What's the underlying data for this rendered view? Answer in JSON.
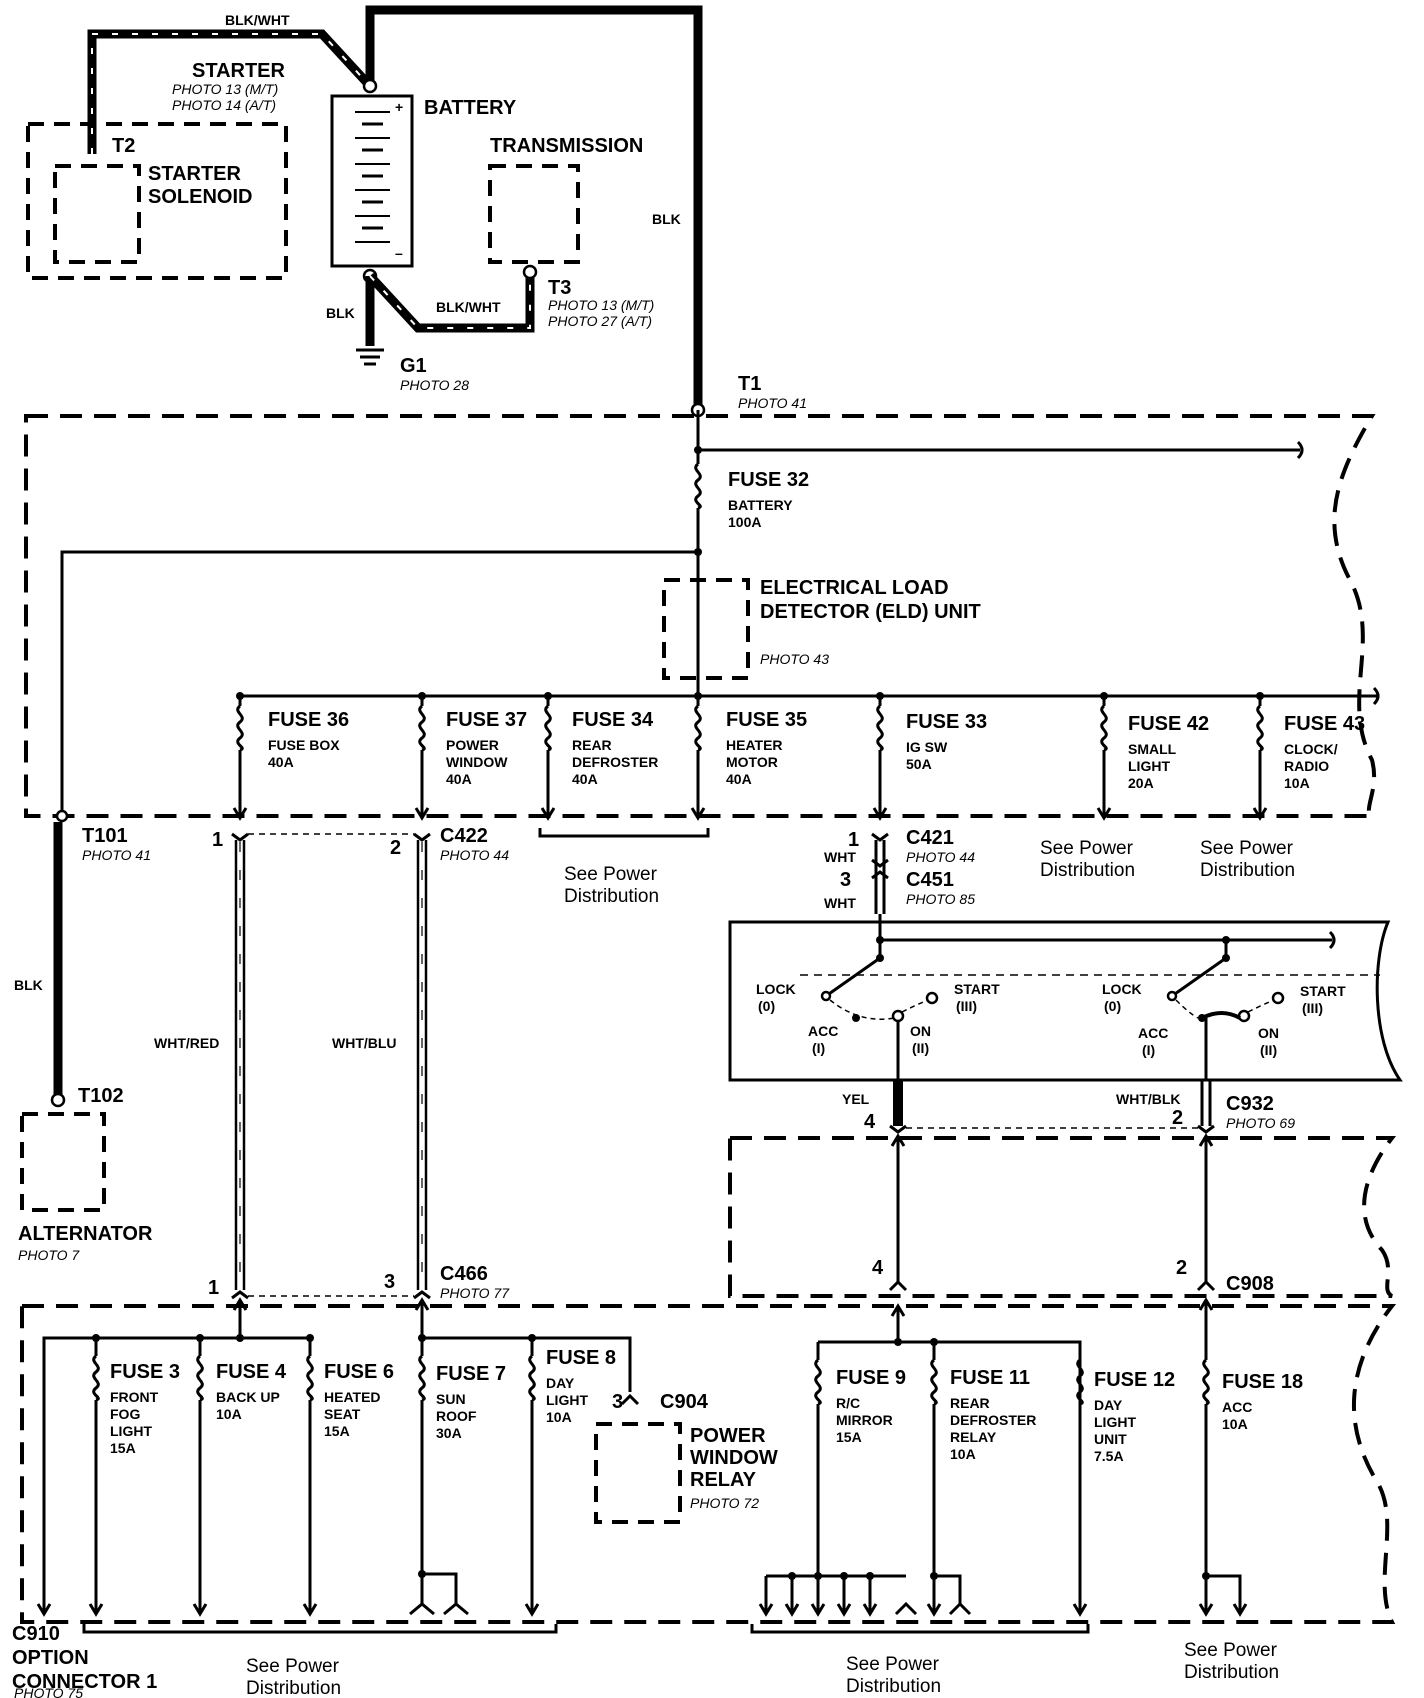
{
  "starter": {
    "title": "STARTER",
    "photo_mt": "PHOTO 13 (M/T)",
    "photo_at": "PHOTO 14 (A/T)",
    "terminal": "T2",
    "solenoid_line1": "STARTER",
    "solenoid_line2": "SOLENOID"
  },
  "battery": {
    "title": "BATTERY",
    "plus": "+",
    "minus": "–"
  },
  "transmission": {
    "title": "TRANSMISSION",
    "terminal": "T3",
    "photo_mt": "PHOTO 13 (M/T)",
    "photo_at": "PHOTO 27 (A/T)"
  },
  "ground": {
    "name": "G1",
    "photo": "PHOTO 28"
  },
  "wires": {
    "blk_wht": "BLK/WHT",
    "blk": "BLK",
    "wht": "WHT",
    "yel": "YEL",
    "wht_blk": "WHT/BLK",
    "wht_red": "WHT/RED",
    "wht_blu": "WHT/BLU"
  },
  "t1": {
    "name": "T1",
    "photo": "PHOTO 41"
  },
  "fuse32": {
    "name": "FUSE 32",
    "desc": "BATTERY",
    "amp": "100A"
  },
  "eld": {
    "line1": "ELECTRICAL LOAD",
    "line2": "DETECTOR (ELD) UNIT",
    "photo": "PHOTO 43"
  },
  "underhood_fuses": [
    {
      "name": "FUSE 36",
      "l1": "FUSE BOX",
      "l2": "40A",
      "l3": ""
    },
    {
      "name": "FUSE 37",
      "l1": "POWER",
      "l2": "WINDOW",
      "l3": "40A"
    },
    {
      "name": "FUSE 34",
      "l1": "REAR",
      "l2": "DEFROSTER",
      "l3": "40A"
    },
    {
      "name": "FUSE 35",
      "l1": "HEATER",
      "l2": "MOTOR",
      "l3": "40A"
    },
    {
      "name": "FUSE 33",
      "l1": "IG SW",
      "l2": "50A",
      "l3": ""
    },
    {
      "name": "FUSE 42",
      "l1": "SMALL",
      "l2": "LIGHT",
      "l3": "20A"
    },
    {
      "name": "FUSE 43",
      "l1": "CLOCK/",
      "l2": "RADIO",
      "l3": "10A"
    }
  ],
  "see_power": {
    "line1": "See Power",
    "line2": "Distribution"
  },
  "t101": {
    "name": "T101",
    "photo": "PHOTO 41"
  },
  "t102": {
    "name": "T102"
  },
  "alternator": {
    "title": "ALTERNATOR",
    "photo": "PHOTO 7"
  },
  "c422": {
    "name": "C422",
    "photo": "PHOTO 44",
    "pin1": "1",
    "pin2": "2"
  },
  "c421": {
    "name": "C421",
    "photo": "PHOTO 44",
    "pin": "1"
  },
  "c451": {
    "name": "C451",
    "photo": "PHOTO 85",
    "pin": "3"
  },
  "ignition": {
    "lock": "LOCK",
    "lock_pos": "(0)",
    "acc": "ACC",
    "acc_pos": "(I)",
    "on": "ON",
    "on_pos": "(II)",
    "start": "START",
    "start_pos": "(III)"
  },
  "c932": {
    "name": "C932",
    "photo": "PHOTO 69",
    "pin4": "4",
    "pin2": "2"
  },
  "c908": {
    "name": "C908",
    "pin4": "4",
    "pin2": "2"
  },
  "c466": {
    "name": "C466",
    "photo": "PHOTO 77",
    "pin1": "1",
    "pin3": "3"
  },
  "c904": {
    "name": "C904",
    "pin": "3"
  },
  "pw_relay": {
    "l1": "POWER",
    "l2": "WINDOW",
    "l3": "RELAY",
    "photo": "PHOTO 72"
  },
  "dash_fuses_left": [
    {
      "name": "FUSE 3",
      "l1": "FRONT",
      "l2": "FOG",
      "l3": "LIGHT",
      "l4": "15A"
    },
    {
      "name": "FUSE 4",
      "l1": "BACK UP",
      "l2": "10A",
      "l3": "",
      "l4": ""
    },
    {
      "name": "FUSE 6",
      "l1": "HEATED",
      "l2": "SEAT",
      "l3": "15A",
      "l4": ""
    },
    {
      "name": "FUSE 7",
      "l1": "SUN",
      "l2": "ROOF",
      "l3": "30A",
      "l4": ""
    },
    {
      "name": "FUSE 8",
      "l1": "DAY",
      "l2": "LIGHT",
      "l3": "10A",
      "l4": ""
    }
  ],
  "dash_fuses_right": [
    {
      "name": "FUSE 9",
      "l1": "R/C",
      "l2": "MIRROR",
      "l3": "15A",
      "l4": ""
    },
    {
      "name": "FUSE 11",
      "l1": "REAR",
      "l2": "DEFROSTER",
      "l3": "RELAY",
      "l4": "10A"
    },
    {
      "name": "FUSE 12",
      "l1": "DAY",
      "l2": "LIGHT",
      "l3": "UNIT",
      "l4": "7.5A"
    },
    {
      "name": "FUSE 18",
      "l1": "ACC",
      "l2": "10A",
      "l3": "",
      "l4": ""
    }
  ],
  "c910": {
    "l1": "C910",
    "l2": "OPTION",
    "l3": "CONNECTOR 1",
    "photo": "PHOTO 75"
  }
}
